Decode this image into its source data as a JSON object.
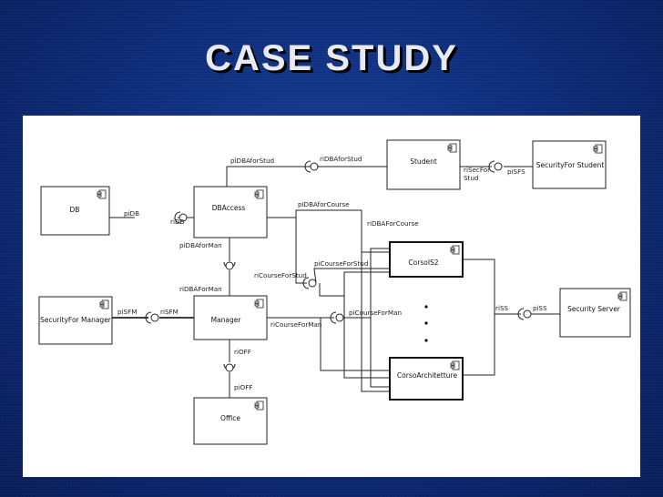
{
  "slide": {
    "title": "CASE STUDY"
  },
  "components": {
    "db": "DB",
    "dbaccess": "DBAccess",
    "student": "Student",
    "security_for_student": "SecurityFor Student",
    "corsois2": "CorsoIS2",
    "corso_architetture": "CorsoArchitetture",
    "security_server": "Security Server",
    "security_for_manager": "SecurityFor Manager",
    "manager": "Manager",
    "office": "Office"
  },
  "interfaces": {
    "piDB": "piDB",
    "riDB": "riDB",
    "piDBAforStud": "piDBAforStud",
    "riDBAforStud": "riDBAforStud",
    "riSecFor": "riSecFor",
    "stud": "Stud",
    "piSFS": "piSFS",
    "piDBAforCourse": "piDBAforCourse",
    "riDBAForCourse": "riDBAForCourse",
    "piDBAforMan": "piDBAforMan",
    "riDBAForMan": "riDBAForMan",
    "riCourseForStud": "riCourseForStud",
    "piCourseForStud": "piCourseForStud",
    "piSFM": "piSFM",
    "riSFM": "riSFM",
    "riCourseForMan": "riCourseForMan",
    "piCourseForMan": "piCourseForMan",
    "riSS": "riSS",
    "piSS": "piSS",
    "riOFF": "riOFF",
    "piOFF": "piOFF"
  }
}
